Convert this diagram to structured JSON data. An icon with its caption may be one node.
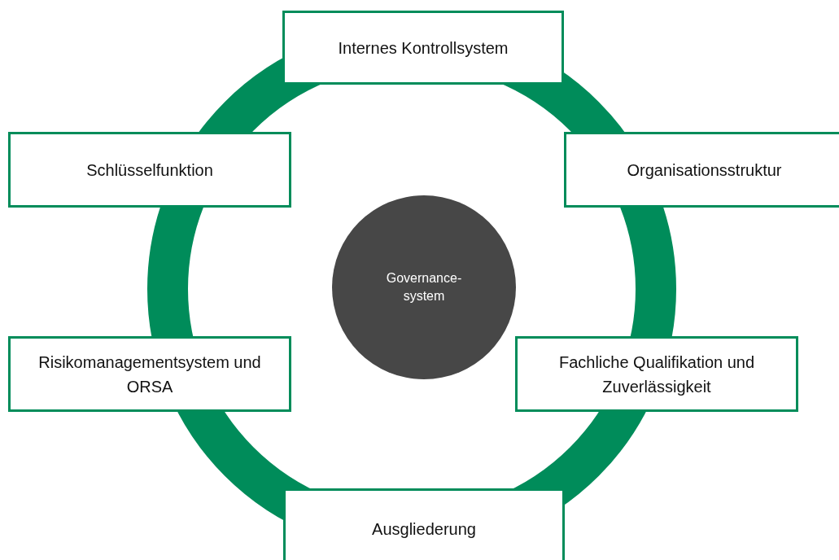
{
  "diagram": {
    "nodes": [
      {
        "text": [
          "Internes Kontrollsystem"
        ]
      },
      {
        "text": [
          "Schlüsselfunktion"
        ]
      },
      {
        "text": [
          "Organisationsstruktur"
        ]
      },
      {
        "text": [
          "Governance-system"
        ]
      },
      {
        "text": [
          "Risikomanagementsystem und ORSA"
        ]
      },
      {
        "text": [
          "Fachliche Qualifikation und Zuverlässigkeit"
        ]
      },
      {
        "text": [
          "Ausgliederung"
        ]
      }
    ]
  }
}
